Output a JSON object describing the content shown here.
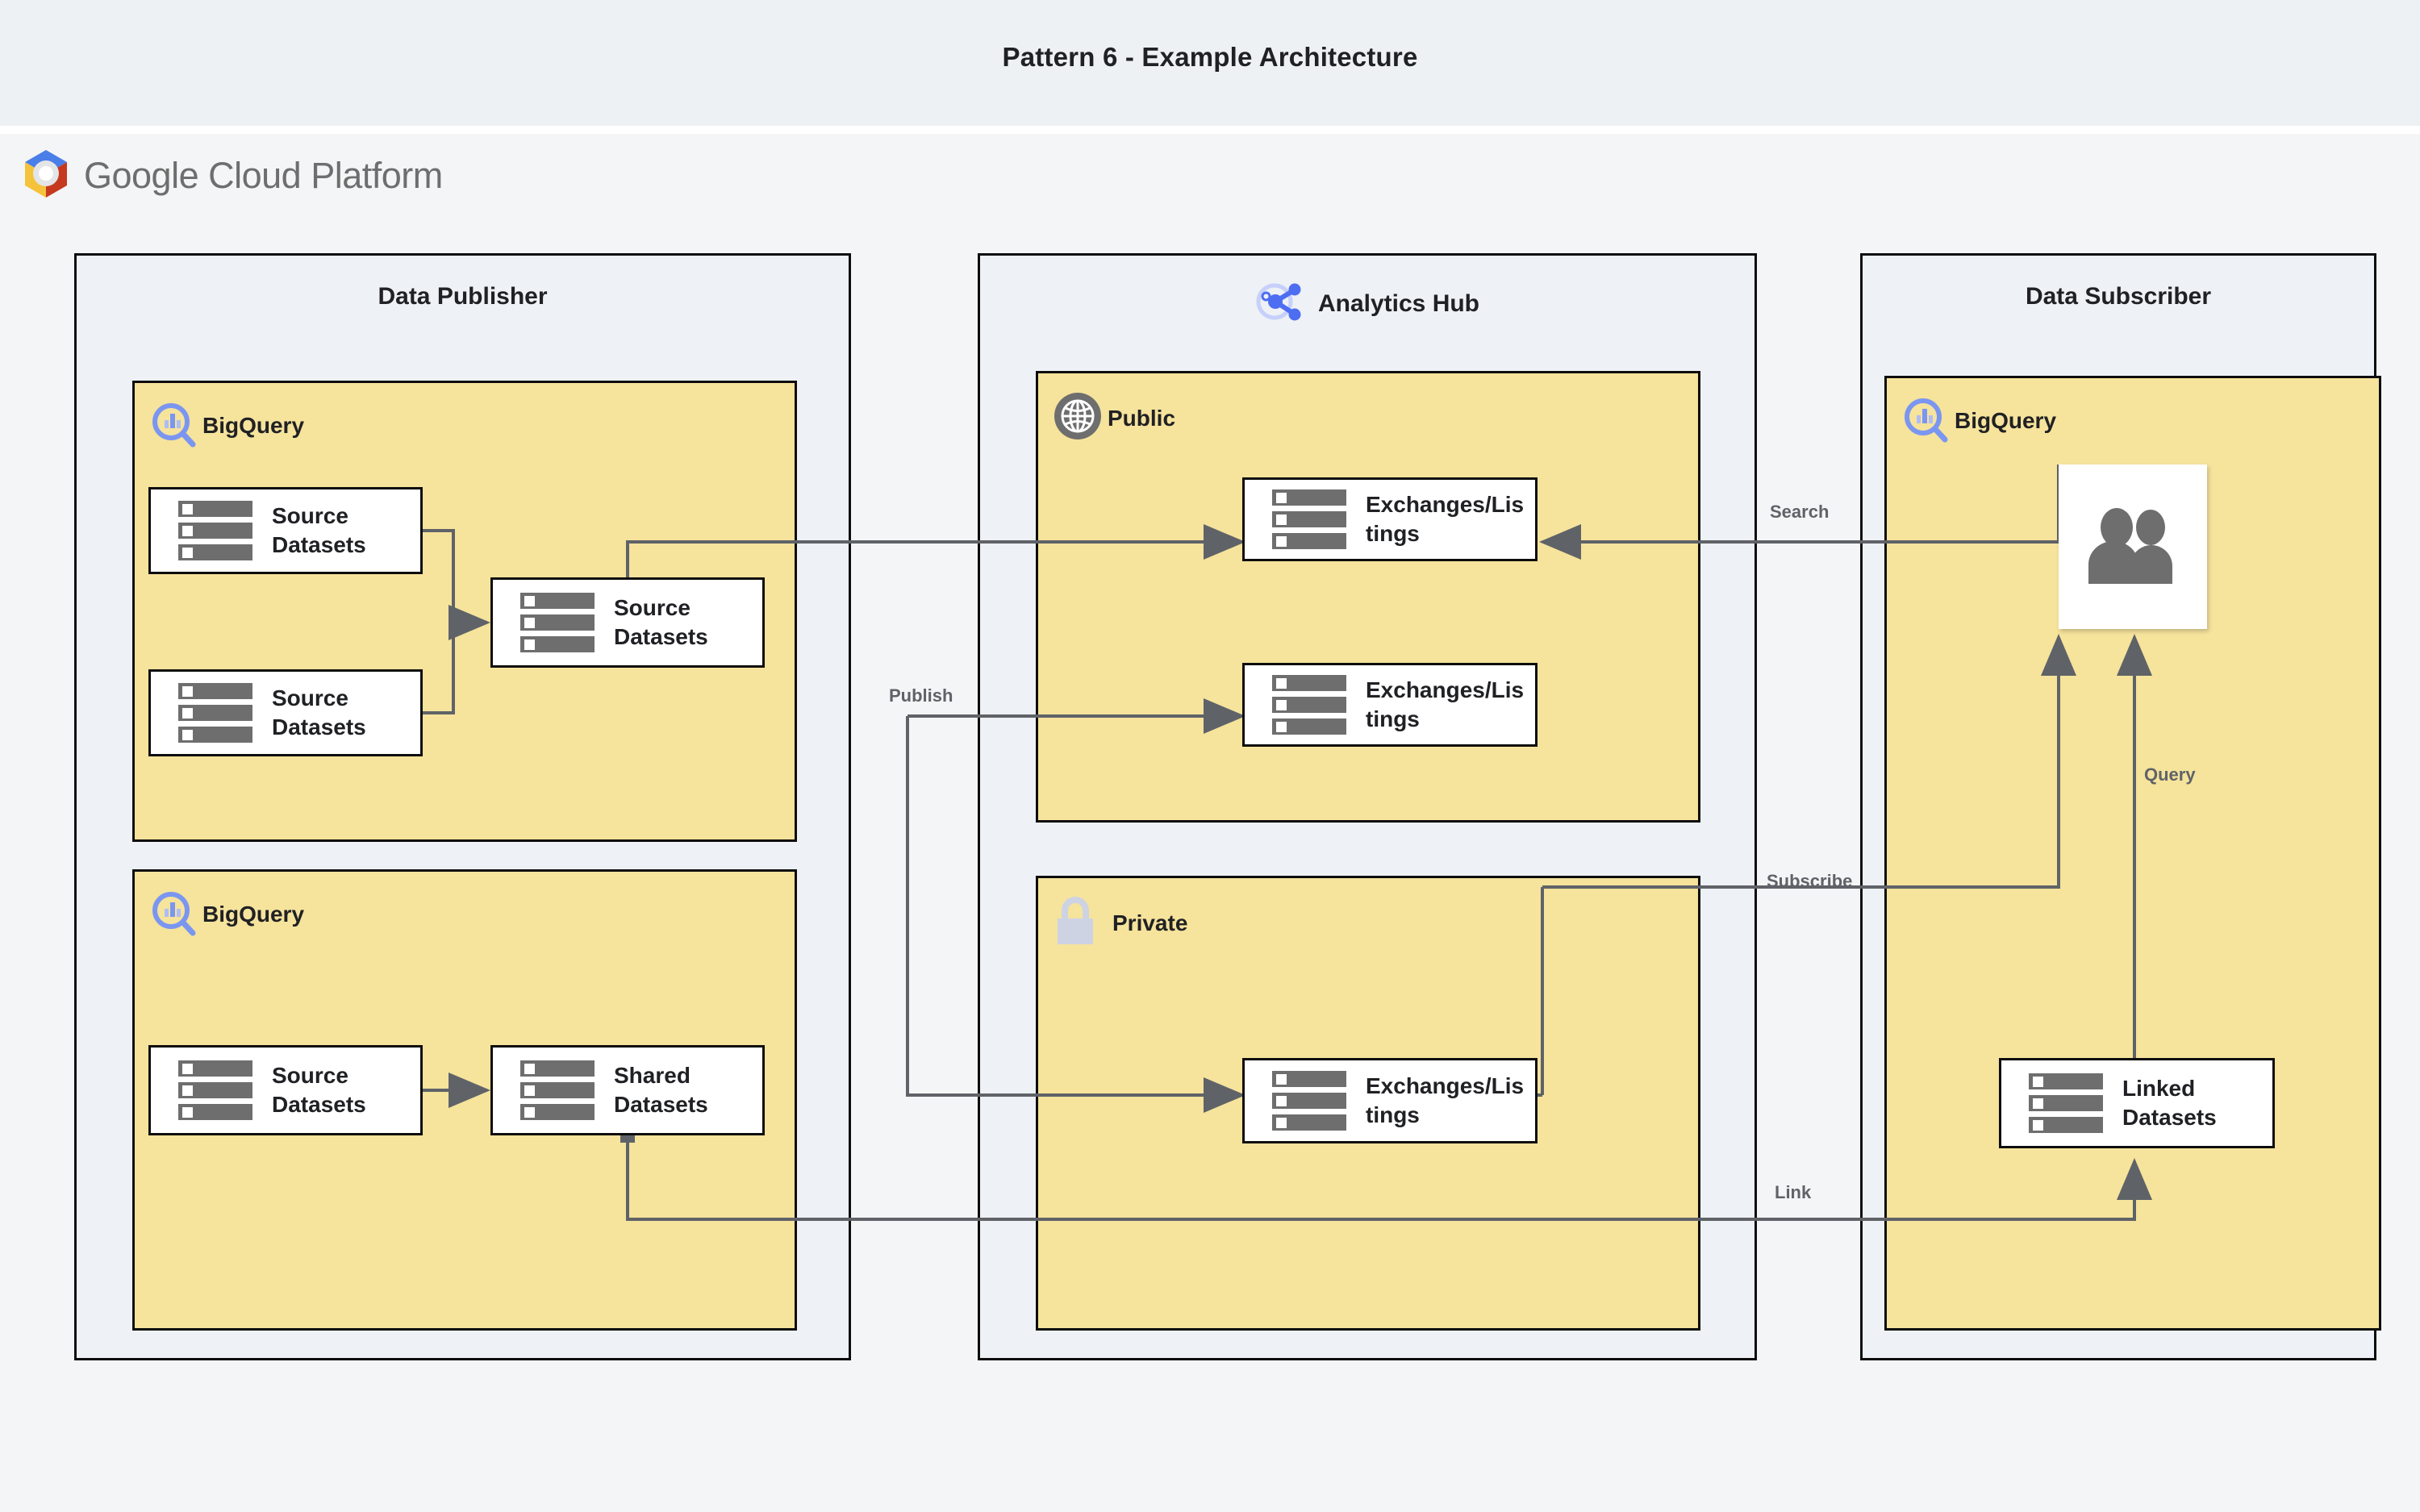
{
  "page": {
    "title": "Pattern 6 - Example Architecture",
    "platform_label": "Google Cloud Platform",
    "colors": {
      "title_band": "#eef1f3",
      "canvas": "#f4f5f6",
      "zone_fill": "#eef1f5",
      "panel_fill": "#f6e39c",
      "node_fill": "#ffffff",
      "stroke": "#0d0d0d",
      "wire": "#5f6368",
      "icon_gray": "#6e6e6e",
      "bigquery_blue": "#7b96f0",
      "analytics_hub_blue": "#4e6ef2",
      "lock_gray": "#ced3e3"
    }
  },
  "zones": [
    {
      "id": "publisher",
      "title": "Data Publisher",
      "icon": null
    },
    {
      "id": "hub",
      "title": "Analytics Hub",
      "icon": "share-nodes-icon"
    },
    {
      "id": "subscriber",
      "title": "Data Subscriber",
      "icon": null
    }
  ],
  "panels": [
    {
      "id": "pub-bq1",
      "label": "BigQuery",
      "icon": "bigquery-icon"
    },
    {
      "id": "pub-bq2",
      "label": "BigQuery",
      "icon": "bigquery-icon"
    },
    {
      "id": "hub-public",
      "label": "Public",
      "icon": "globe-icon"
    },
    {
      "id": "hub-private",
      "label": "Private",
      "icon": "lock-icon"
    },
    {
      "id": "sub-bq",
      "label": "BigQuery",
      "icon": "bigquery-icon"
    }
  ],
  "nodes": [
    {
      "id": "src-1",
      "line1": "Source",
      "line2": "Datasets",
      "icon": "dataset-icon"
    },
    {
      "id": "src-2",
      "line1": "Source",
      "line2": "Datasets",
      "icon": "dataset-icon"
    },
    {
      "id": "src-3",
      "line1": "Source",
      "line2": "Datasets",
      "icon": "dataset-icon"
    },
    {
      "id": "src-4",
      "line1": "Source",
      "line2": "Datasets",
      "icon": "dataset-icon"
    },
    {
      "id": "shared",
      "line1": "Shared",
      "line2": "Datasets",
      "icon": "dataset-icon"
    },
    {
      "id": "exch-1",
      "line1": "Exchanges/Lis",
      "line2": "tings",
      "icon": "dataset-icon"
    },
    {
      "id": "exch-2",
      "line1": "Exchanges/Lis",
      "line2": "tings",
      "icon": "dataset-icon"
    },
    {
      "id": "exch-3",
      "line1": "Exchanges/Lis",
      "line2": "tings",
      "icon": "dataset-icon"
    },
    {
      "id": "linked",
      "line1": "Linked",
      "line2": "Datasets",
      "icon": "dataset-icon"
    },
    {
      "id": "users",
      "line1": "",
      "line2": "",
      "icon": "users-icon"
    }
  ],
  "edges": [
    {
      "id": "publish",
      "label": "Publish",
      "from": "src-3",
      "to": "exch-1"
    },
    {
      "id": "publish2",
      "label": "",
      "from": "shared",
      "to": "exch-3"
    },
    {
      "id": "search",
      "label": "Search",
      "from": "users",
      "to": "exch-1"
    },
    {
      "id": "subscribe",
      "label": "Subscribe",
      "from": "exch-3",
      "to": "users"
    },
    {
      "id": "query",
      "label": "Query",
      "from": "linked",
      "to": "users"
    },
    {
      "id": "link",
      "label": "Link",
      "from": "shared",
      "to": "linked"
    }
  ]
}
